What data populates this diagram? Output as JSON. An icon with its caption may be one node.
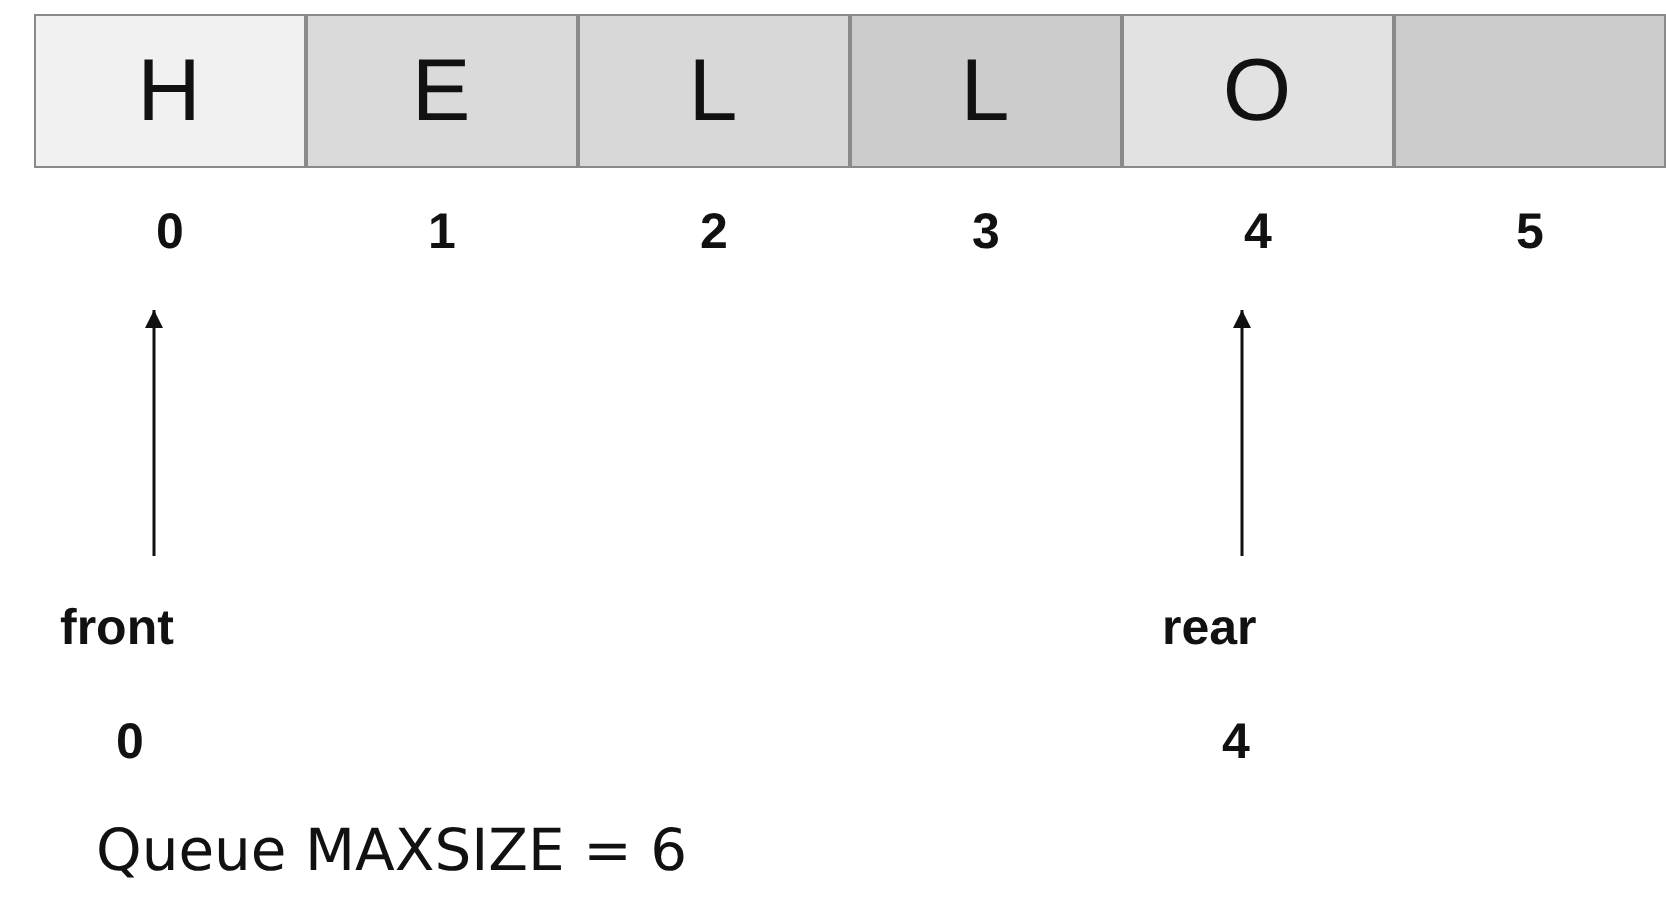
{
  "diagram": {
    "caption": "Queue MAXSIZE = 6",
    "nodes": [
      {
        "text": [
          "H"
        ],
        "beside": [
          "0"
        ]
      },
      {
        "text": [
          "E"
        ],
        "beside": [
          "1"
        ]
      },
      {
        "text": [
          "L"
        ],
        "beside": [
          "2"
        ]
      },
      {
        "text": [
          "L"
        ],
        "beside": [
          "3"
        ]
      },
      {
        "text": [
          "O"
        ],
        "beside": [
          "4"
        ]
      },
      {
        "text": [],
        "shape": "box",
        "beside": [
          "5"
        ]
      },
      {
        "text": [
          "front",
          "0"
        ]
      },
      {
        "text": [
          "rear",
          "4"
        ]
      }
    ],
    "edges": [
      {
        "from": 6,
        "to": 0,
        "arrow": "to"
      },
      {
        "from": 7,
        "to": 4,
        "arrow": "to"
      }
    ]
  }
}
